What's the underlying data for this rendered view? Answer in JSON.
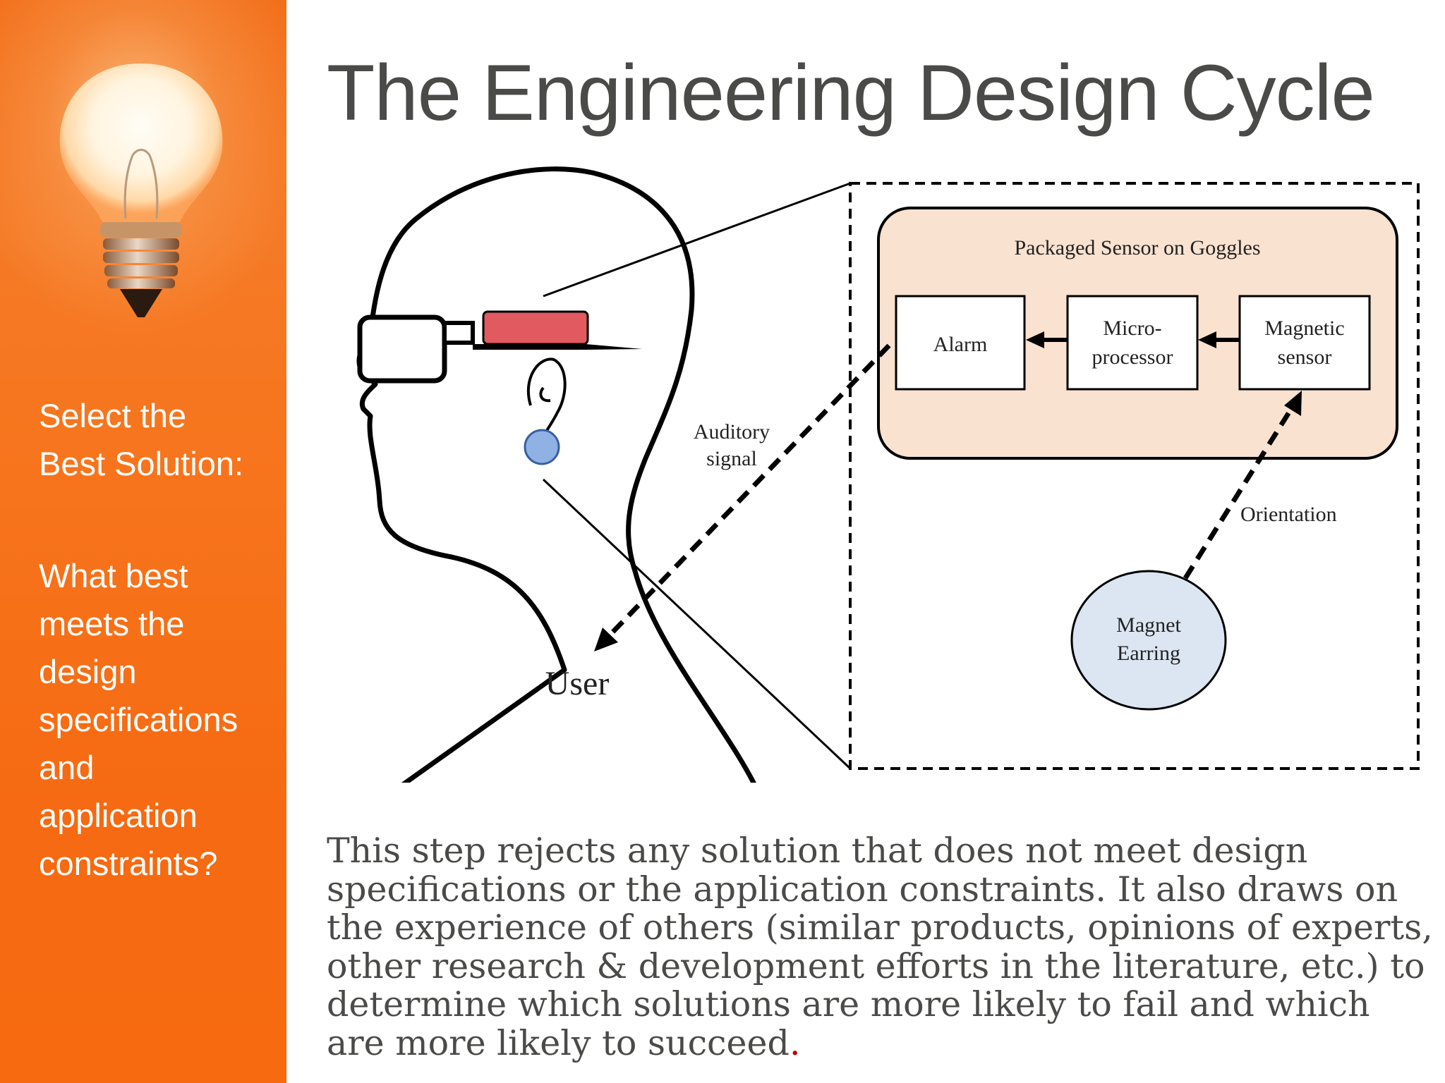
{
  "title": "The Engineering Design Cycle",
  "sidebar": {
    "heading_line1": "Select the",
    "heading_line2": "Best Solution:",
    "question_lines": [
      "What best",
      "meets the",
      "design",
      "specifications",
      "and",
      "application",
      "constraints?"
    ]
  },
  "diagram": {
    "package_label": "Packaged Sensor on Goggles",
    "alarm_label": "Alarm",
    "microprocessor_line1": "Micro-",
    "microprocessor_line2": "processor",
    "magnetic_sensor_line1": "Magnetic",
    "magnetic_sensor_line2": "sensor",
    "orientation_label": "Orientation",
    "magnet_earring_line1": "Magnet",
    "magnet_earring_line2": "Earring",
    "auditory_line1": "Auditory",
    "auditory_line2": "signal",
    "user_label": "User",
    "colors": {
      "package_fill": "#f9e2d0",
      "goggle_sensor": "#e15a5f",
      "earring_dot": "#8fb1e3",
      "magnet_fill": "#dbe6f2"
    }
  },
  "body": {
    "text": "This step rejects any solution that does not meet design specifications or the application constraints.  It also draws on the experience of others (similar products, opinions of experts, other research & development efforts in the literature, etc.) to determine which solutions are more likely to fail and which are more likely to succeed",
    "end_mark": "."
  }
}
